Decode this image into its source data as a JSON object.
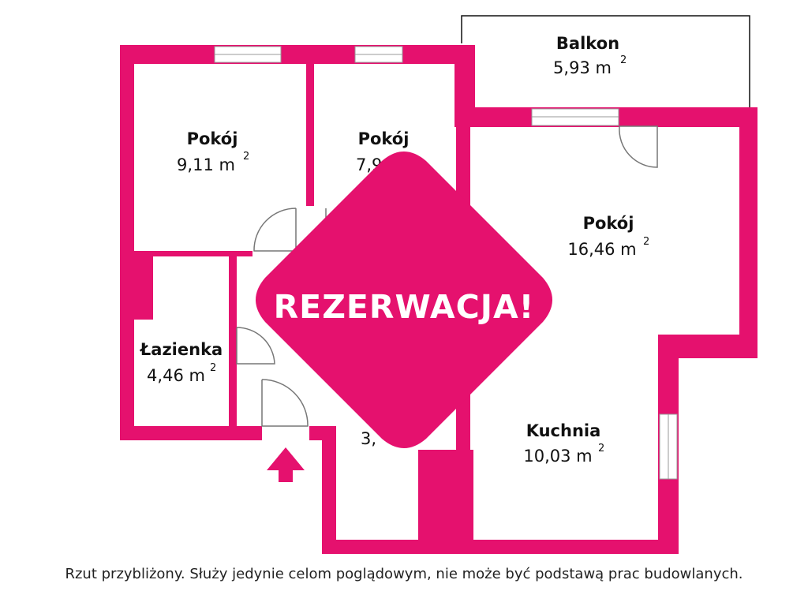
{
  "colors": {
    "wall": "#E5116E",
    "text": "#111111",
    "background": "#ffffff"
  },
  "rooms": {
    "balkon": {
      "name": "Balkon",
      "area": "5,93 m",
      "unit_exp": "2"
    },
    "pokoj1": {
      "name": "Pokój",
      "area": "9,11 m",
      "unit_exp": "2"
    },
    "pokoj2": {
      "name": "Pokój",
      "area": "7,9",
      "unit_exp": ""
    },
    "pokoj3": {
      "name": "Pokój",
      "area": "16,46 m",
      "unit_exp": "2"
    },
    "lazienka": {
      "name": "Łazienka",
      "area": "4,46 m",
      "unit_exp": "2"
    },
    "kuchnia": {
      "name": "Kuchnia",
      "area": "10,03 m",
      "unit_exp": "2"
    },
    "hidden_room": {
      "area": "3,"
    }
  },
  "badge": {
    "label": "REZERWACJA!"
  },
  "entrance": {
    "icon": "entrance-arrow-icon"
  },
  "disclaimer": "Rzut przybliżony. Służy jedynie celom poglądowym, nie może być podstawą prac budowlanych."
}
